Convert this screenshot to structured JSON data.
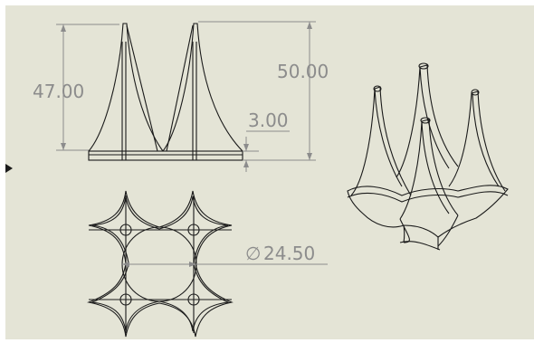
{
  "colors": {
    "sheet_background": "#e4e4d6",
    "page_background": "#ffffff",
    "outline": "#1a1a1a",
    "dimension": "#8c8c8c"
  },
  "dimensions": {
    "height_left": "47.00",
    "height_right": "50.00",
    "base_thickness": "3.00",
    "hole_diameter": "24.50"
  },
  "diameter_symbol": "∅",
  "views": {
    "front": "front-view",
    "top": "top-view",
    "isometric": "isometric-view"
  }
}
